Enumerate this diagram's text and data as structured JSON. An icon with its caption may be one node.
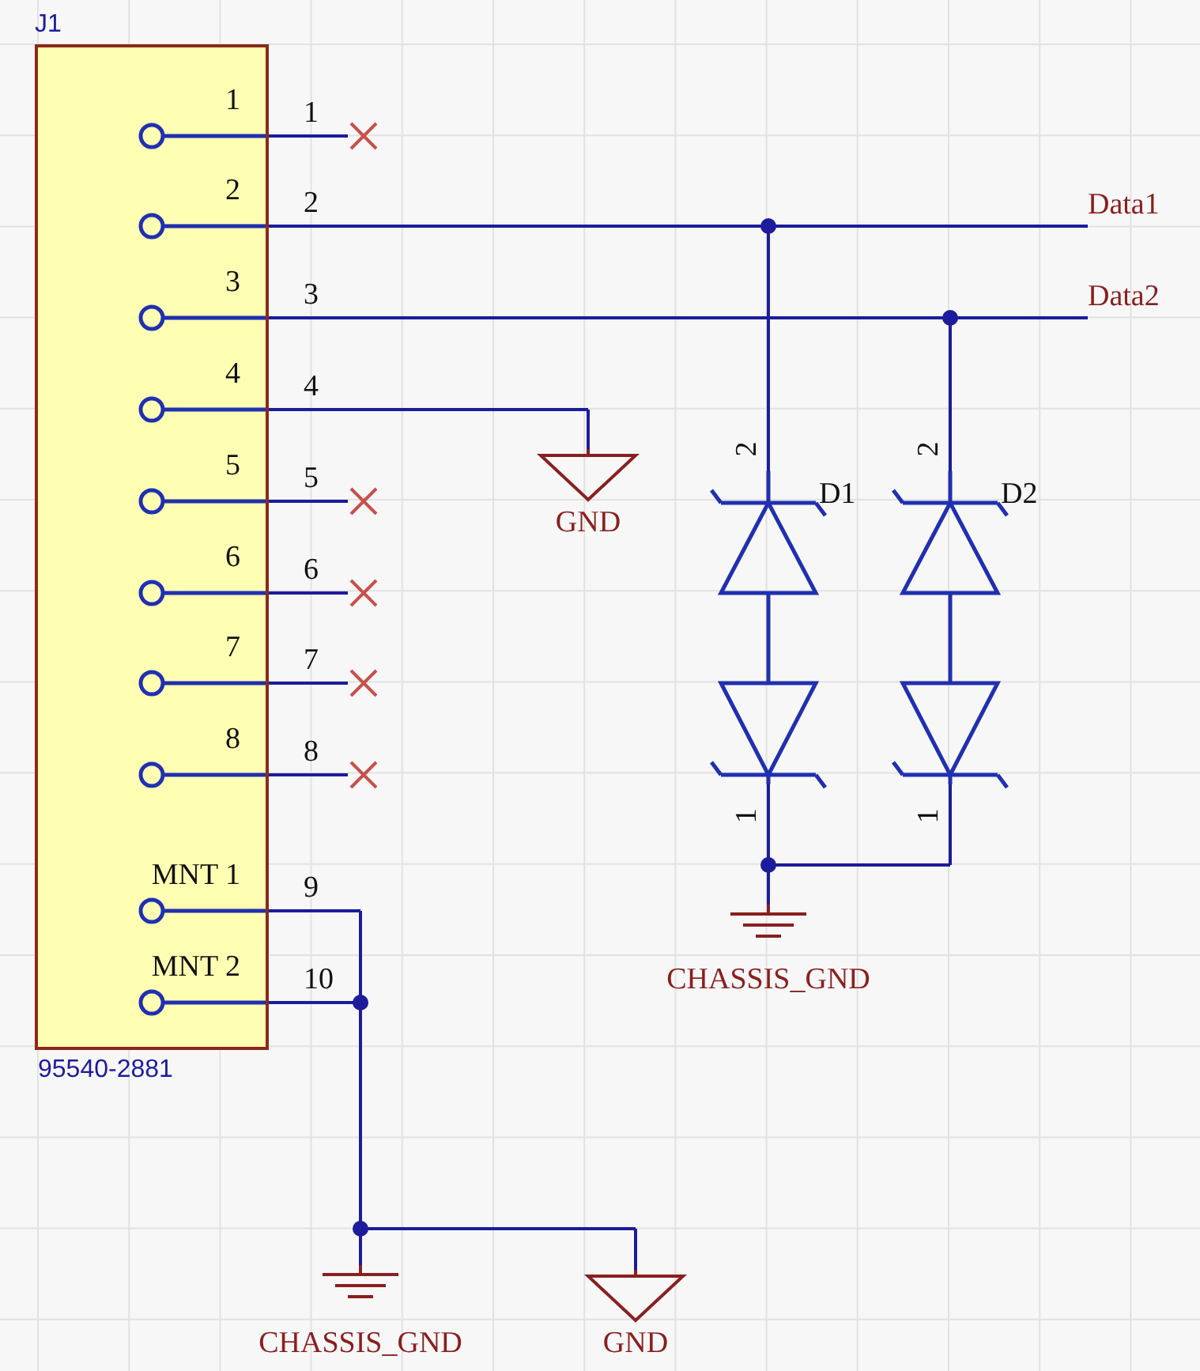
{
  "diagram": {
    "nodes": [
      {
        "text": [
          "J1",
          "95540-2881"
        ]
      },
      {
        "text": [
          "1"
        ],
        "in": 0
      },
      {
        "text": [
          "2"
        ],
        "in": 0
      },
      {
        "text": [
          "3"
        ],
        "in": 0
      },
      {
        "text": [
          "4"
        ],
        "in": 0
      },
      {
        "text": [
          "5"
        ],
        "in": 0
      },
      {
        "text": [
          "6"
        ],
        "in": 0
      },
      {
        "text": [
          "7"
        ],
        "in": 0
      },
      {
        "text": [
          "8"
        ],
        "in": 0
      },
      {
        "text": [
          "MNT 1"
        ],
        "in": 0
      },
      {
        "text": [
          "MNT 2"
        ],
        "in": 0
      },
      {
        "text": [],
        "shape": "cross"
      },
      {
        "text": [
          "Data1"
        ]
      },
      {
        "text": [
          "Data2"
        ]
      },
      {
        "text": [
          "GND"
        ]
      },
      {
        "text": [],
        "shape": "cross"
      },
      {
        "text": [],
        "shape": "cross"
      },
      {
        "text": [],
        "shape": "cross"
      },
      {
        "text": [],
        "shape": "cross"
      },
      {
        "text": [
          "D1"
        ],
        "beside": [
          "2",
          "1"
        ]
      },
      {
        "text": [
          "D2"
        ],
        "beside": [
          "2",
          "1"
        ]
      },
      {
        "text": [
          "CHASSIS_GND"
        ]
      },
      {
        "text": [
          "CHASSIS_GND"
        ]
      },
      {
        "text": [
          "GND"
        ]
      }
    ],
    "edges": [
      {
        "from": 1,
        "to": 11,
        "arrow": "none",
        "label": "1"
      },
      {
        "from": 2,
        "to": 12,
        "arrow": "none",
        "label": "2"
      },
      {
        "from": 2,
        "to": 19,
        "arrow": "none"
      },
      {
        "from": 3,
        "to": 13,
        "arrow": "none",
        "label": "3"
      },
      {
        "from": 3,
        "to": 20,
        "arrow": "none"
      },
      {
        "from": 4,
        "to": 14,
        "arrow": "none",
        "label": "4"
      },
      {
        "from": 5,
        "to": 15,
        "arrow": "none",
        "label": "5"
      },
      {
        "from": 6,
        "to": 16,
        "arrow": "none",
        "label": "6"
      },
      {
        "from": 7,
        "to": 17,
        "arrow": "none",
        "label": "7"
      },
      {
        "from": 8,
        "to": 18,
        "arrow": "none",
        "label": "8"
      },
      {
        "from": 19,
        "to": 21,
        "arrow": "none"
      },
      {
        "from": 20,
        "to": 21,
        "arrow": "none"
      },
      {
        "from": 9,
        "to": 22,
        "arrow": "none",
        "label": "9"
      },
      {
        "from": 9,
        "to": 23,
        "arrow": "none"
      },
      {
        "from": 10,
        "to": 22,
        "arrow": "none",
        "label": "10"
      },
      {
        "from": 10,
        "to": 23,
        "arrow": "none"
      }
    ]
  }
}
